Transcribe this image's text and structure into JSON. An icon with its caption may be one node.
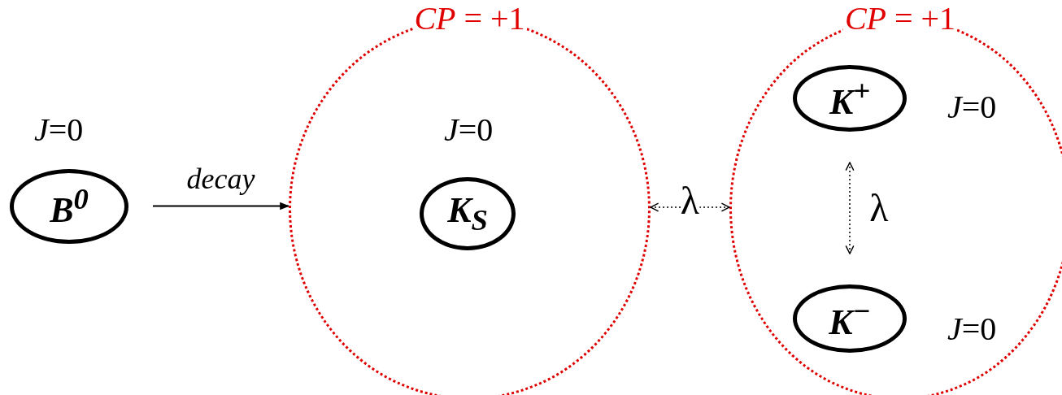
{
  "diagram": {
    "nodes": [
      {
        "text": [
          "B$^{0}$"
        ],
        "beside": [
          "*J*=0"
        ]
      },
      {
        "text": [
          "*CP* = +1"
        ]
      },
      {
        "text": [
          "K$_{S}$"
        ],
        "beside": [
          "*J*=0"
        ],
        "in": 1
      },
      {
        "text": [
          "*CP* = +1"
        ]
      },
      {
        "text": [
          "K$^{+}$"
        ],
        "beside": [
          "*J*=0"
        ],
        "in": 3
      },
      {
        "text": [
          "K$^{−}$"
        ],
        "beside": [
          "*J*=0"
        ],
        "in": 3
      }
    ],
    "edges": [
      {
        "from": 0,
        "to": 1,
        "arrow": "to",
        "label": "decay"
      },
      {
        "from": 1,
        "to": 3,
        "arrow": "both",
        "label": "λ",
        "style": "dashed"
      },
      {
        "from": 4,
        "to": 5,
        "arrow": "both",
        "label": "λ",
        "style": "dashed"
      }
    ]
  }
}
